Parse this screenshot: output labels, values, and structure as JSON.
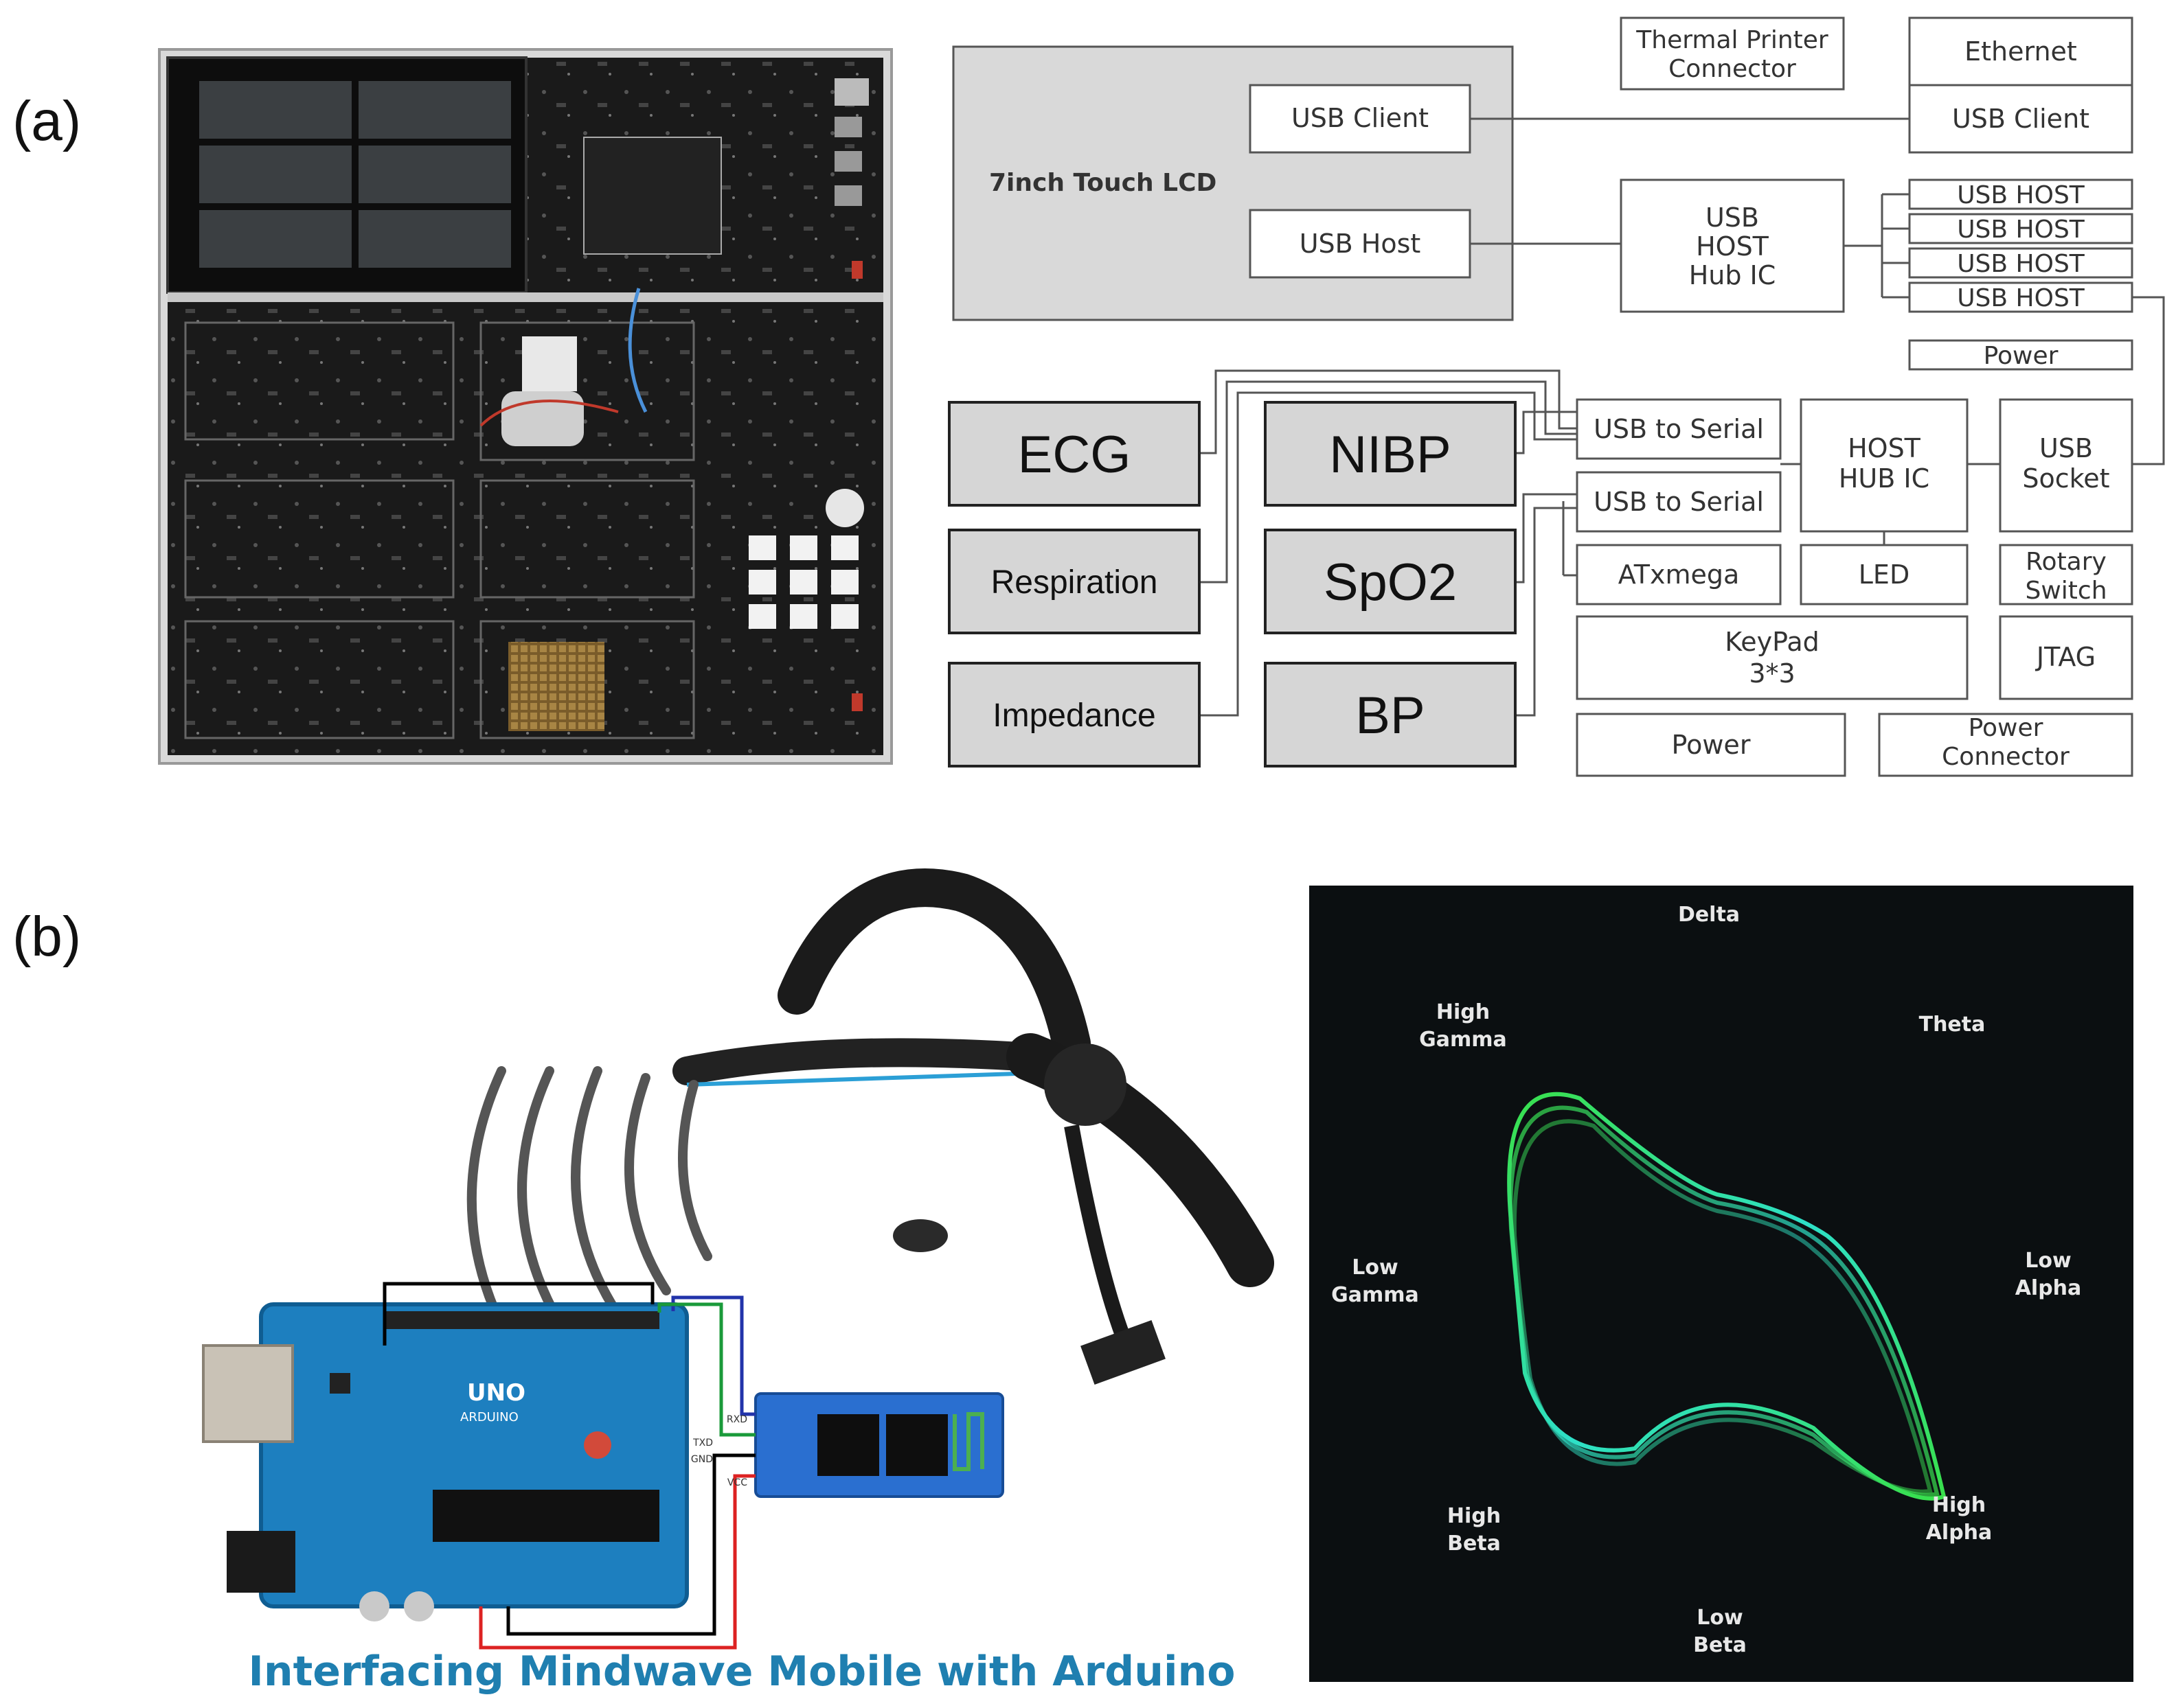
{
  "panel_labels": {
    "a": "(a)",
    "b": "(b)"
  },
  "diagram": {
    "lcd_title": "7inch Touch LCD",
    "lcd_usb_client": "USB Client",
    "lcd_usb_host": "USB Host",
    "thermal_printer_1": "Thermal Printer",
    "thermal_printer_2": "Connector",
    "ethernet": "Ethernet",
    "right_usb_client": "USB Client",
    "hub_line1": "USB",
    "hub_line2": "HOST",
    "hub_line3": "Hub IC",
    "usb_host_ports": [
      "USB HOST",
      "USB HOST",
      "USB HOST",
      "USB HOST"
    ],
    "power_top": "Power",
    "usb_to_serial_1": "USB to Serial",
    "usb_to_serial_2": "USB to Serial",
    "host_hub_1": "HOST",
    "host_hub_2": "HUB IC",
    "usb_socket_1": "USB",
    "usb_socket_2": "Socket",
    "atxmega": "ATxmega",
    "led": "LED",
    "rotary_1": "Rotary",
    "rotary_2": "Switch",
    "keypad_1": "KeyPad",
    "keypad_2": "3*3",
    "jtag": "JTAG",
    "power_bottom": "Power",
    "power_conn_1": "Power",
    "power_conn_2": "Connector",
    "modules": [
      "ECG",
      "NIBP",
      "Respiration",
      "SpO2",
      "Impedance",
      "BP"
    ]
  },
  "arduino": {
    "caption": "Interfacing Mindwave Mobile with Arduino",
    "board_logo": "UNO",
    "board_brand": "ARDUINO",
    "pins": [
      "RXD",
      "TXD",
      "GND",
      "VCC"
    ]
  },
  "brainwave": {
    "labels": [
      {
        "id": "delta",
        "l1": "Delta",
        "l2": ""
      },
      {
        "id": "high-gamma",
        "l1": "High",
        "l2": "Gamma"
      },
      {
        "id": "theta",
        "l1": "Theta",
        "l2": ""
      },
      {
        "id": "low-gamma",
        "l1": "Low",
        "l2": "Gamma"
      },
      {
        "id": "low-alpha",
        "l1": "Low",
        "l2": "Alpha"
      },
      {
        "id": "high-beta",
        "l1": "High",
        "l2": "Beta"
      },
      {
        "id": "high-alpha",
        "l1": "High",
        "l2": "Alpha"
      },
      {
        "id": "low-beta",
        "l1": "Low",
        "l2": "Beta"
      }
    ],
    "colors": {
      "background": "#0b0f11",
      "wave_green": "#39e04a",
      "wave_cyan": "#2ee0c8"
    }
  }
}
